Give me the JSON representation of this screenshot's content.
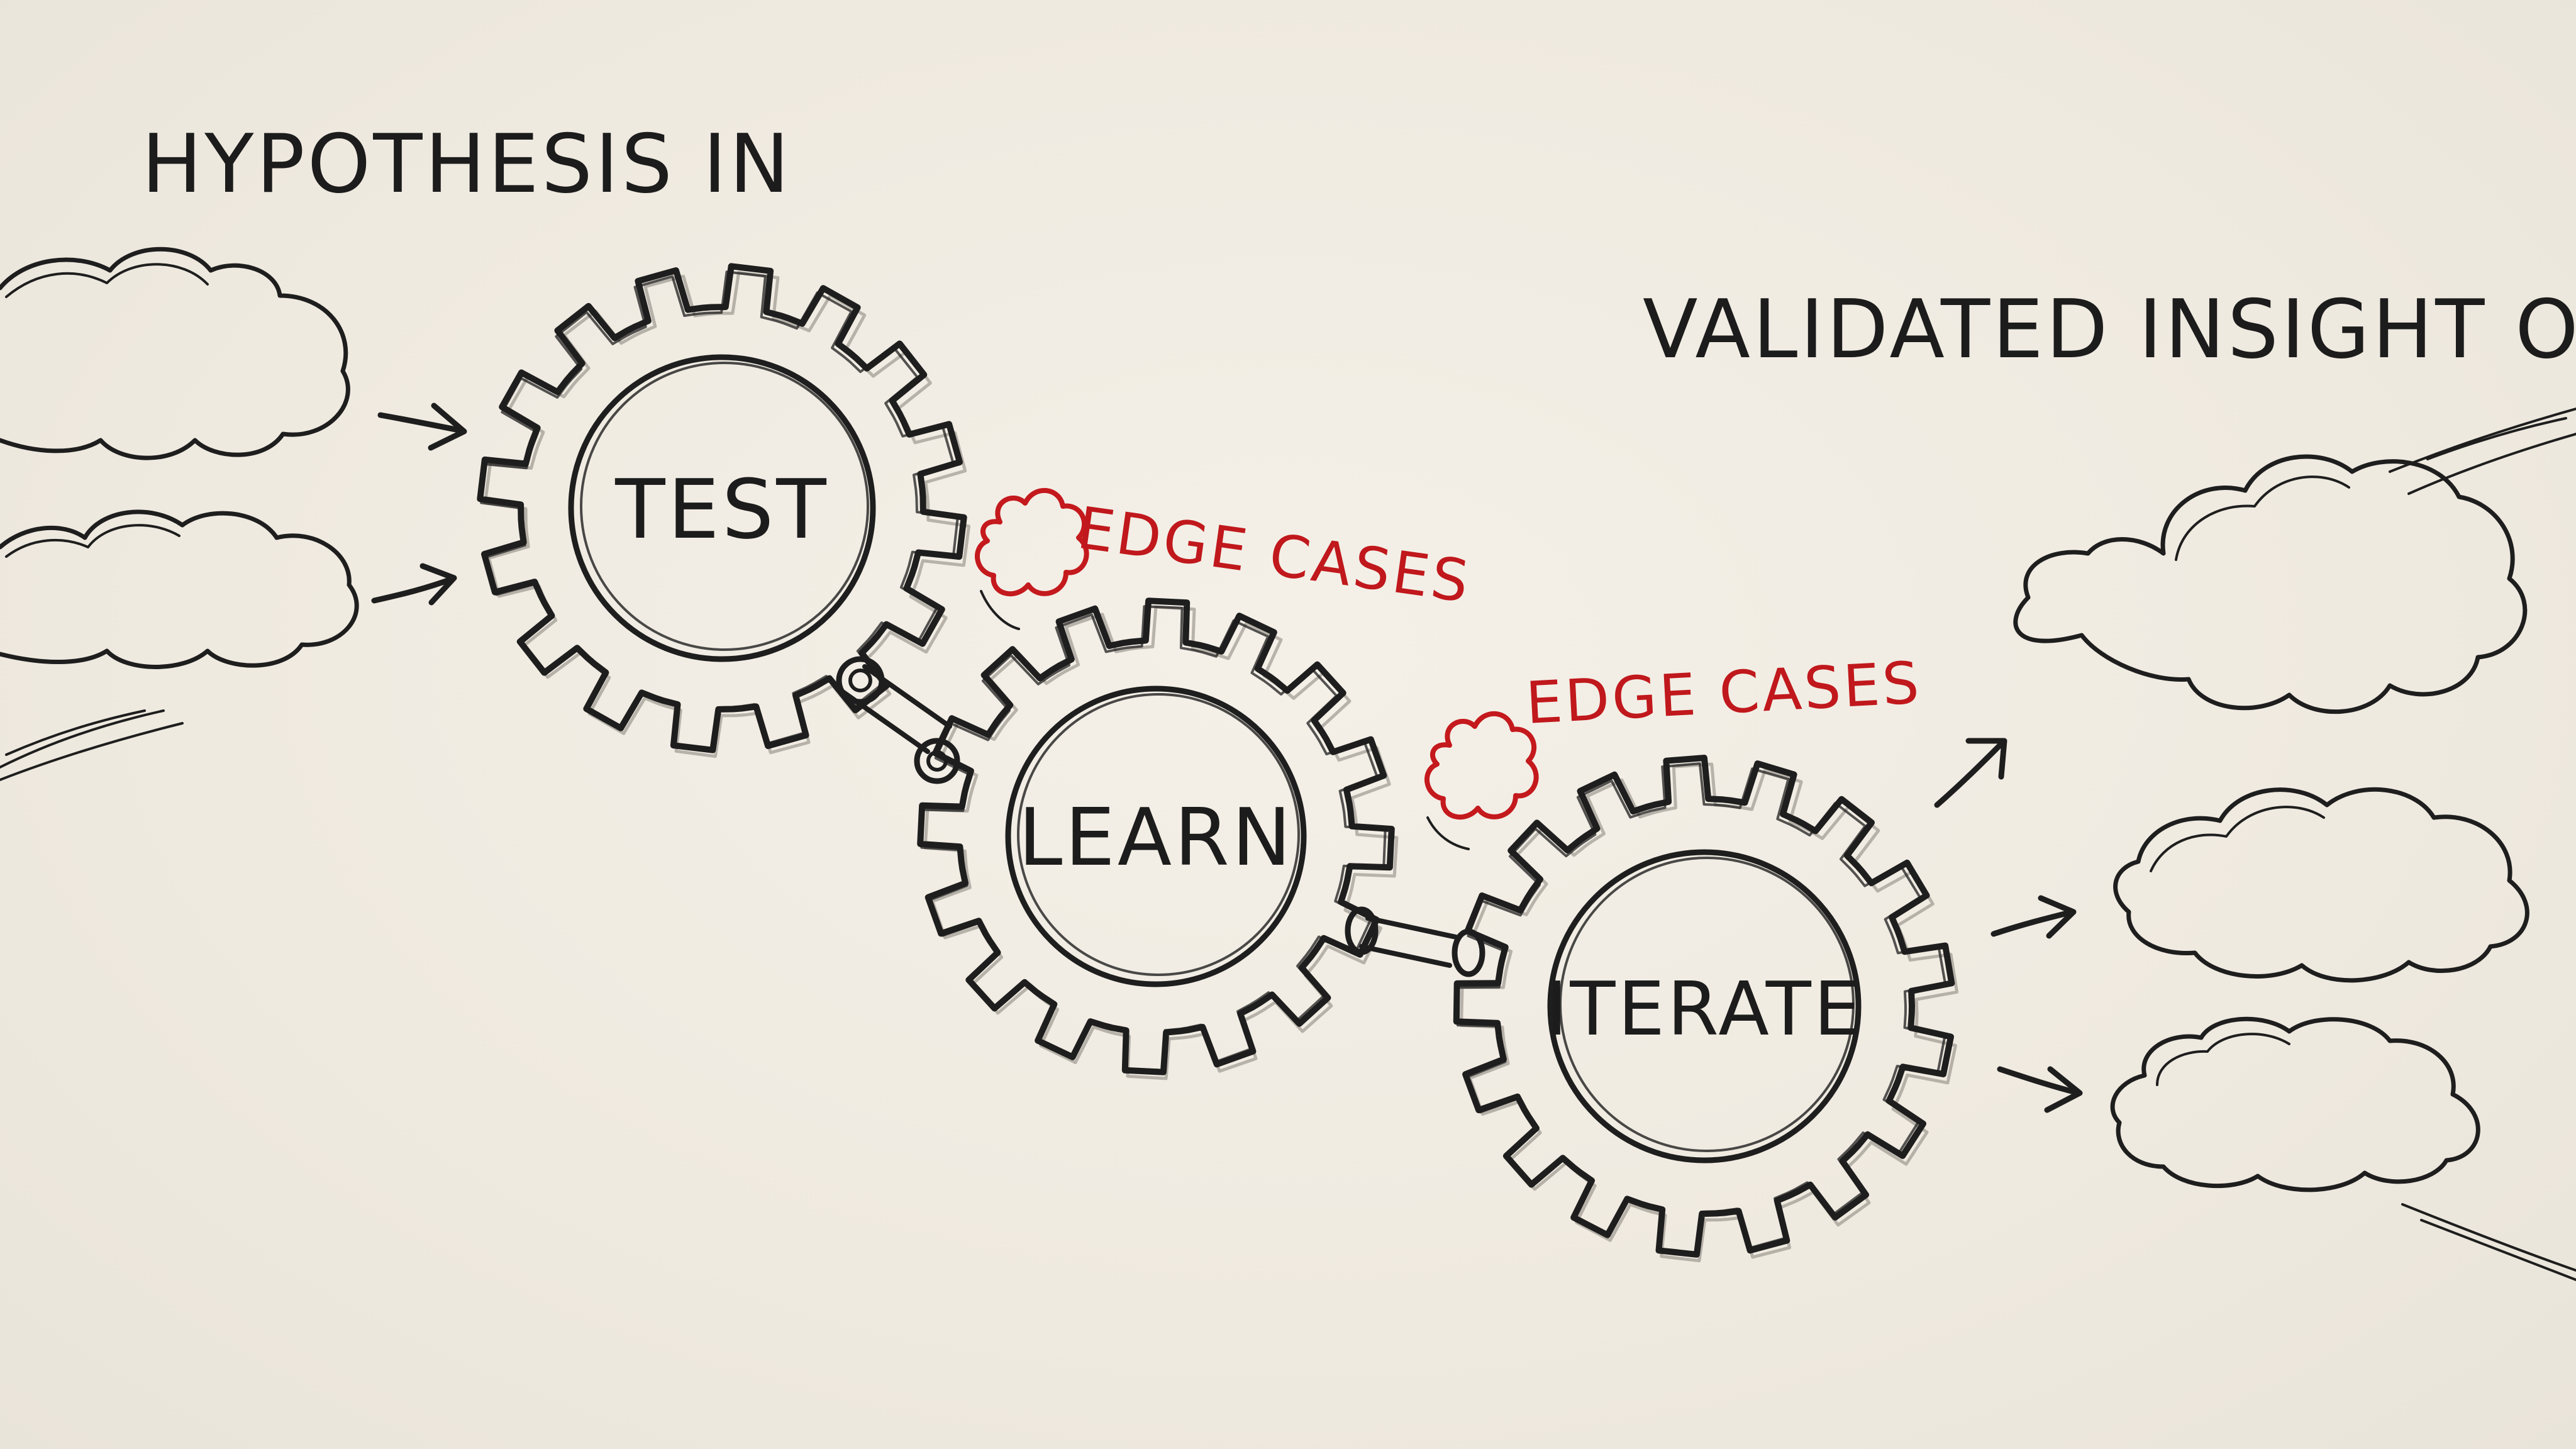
{
  "labels": {
    "input": "HYPOTHESIS IN",
    "output": "VALIDATED INSIGHT OUT",
    "gear_test": "TEST",
    "gear_learn": "LEARN",
    "gear_iterate": "ITERATE",
    "edge_cases_1": "EDGE CASES",
    "edge_cases_2": "EDGE CASES"
  },
  "colors": {
    "ink": "#1e1e1e",
    "accent": "#c4191d",
    "paper": "#f1ede4"
  },
  "icons": {
    "gears": "gear-icon",
    "inputs": "cloud-icon",
    "outputs": "cloud-icon",
    "edge_cases": "burr-icon",
    "connectors": "link-icon"
  }
}
